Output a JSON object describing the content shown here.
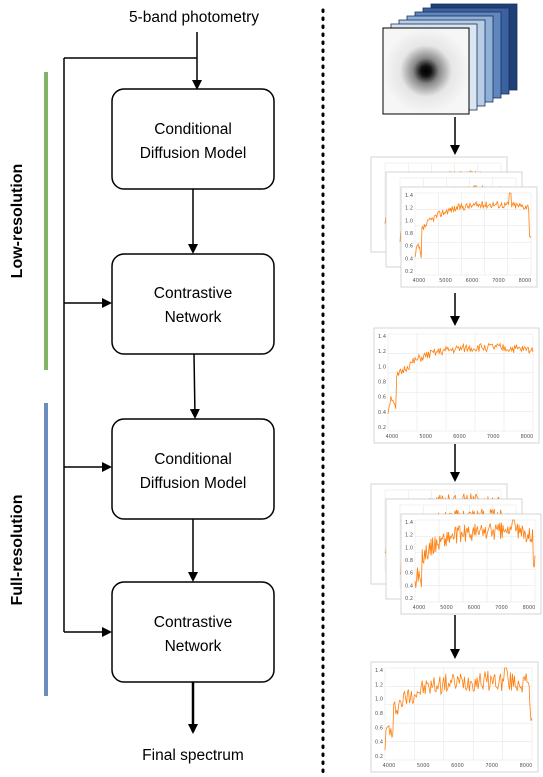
{
  "input_label": "5-band photometry",
  "output_label": "Final spectrum",
  "stages": [
    {
      "line1": "Conditional",
      "line2": "Diffusion Model"
    },
    {
      "line1": "Contrastive",
      "line2": "Network"
    },
    {
      "line1": "Conditional",
      "line2": "Diffusion Model"
    },
    {
      "line1": "Contrastive",
      "line2": "Network"
    }
  ],
  "groups": {
    "low": {
      "label": "Low-resolution",
      "color": "#82b366"
    },
    "full": {
      "label": "Full-resolution",
      "color": "#6c8ebf"
    }
  },
  "colors": {
    "spectrum": "#ff7f0e",
    "cube_front_border": "#000000",
    "cube_layers": [
      "#dbe6f3",
      "#b8cde6",
      "#8fb0d7",
      "#5f86bd",
      "#3b62a0",
      "#1f3f78"
    ]
  },
  "plot_ticks": {
    "y": [
      "1.4",
      "1.2",
      "1.0",
      "0.8",
      "0.6",
      "0.4",
      "0.2"
    ],
    "x": [
      "4000",
      "5000",
      "6000",
      "7000",
      "8000"
    ]
  }
}
